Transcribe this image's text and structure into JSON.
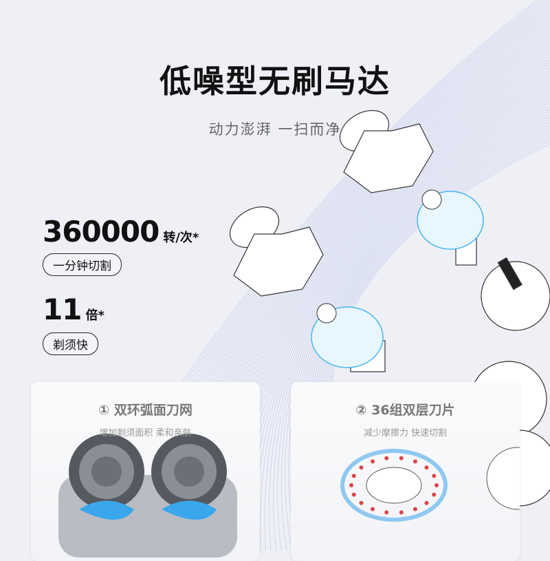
{
  "header": {
    "title": "低噪型无刷马达",
    "subtitle": "动力澎湃 一扫而净"
  },
  "stats": [
    {
      "value": "360000",
      "unit": "转/次*",
      "label": "一分钟切割"
    },
    {
      "value": "11",
      "unit": "倍*",
      "label": "剃须快"
    }
  ],
  "cards": [
    {
      "title": "① 双环弧面刀网",
      "desc": "增加剃须面积 柔和亲肤"
    },
    {
      "title": "② 36组双层刀片",
      "desc": "减少摩擦力 快速切割"
    }
  ],
  "colors": {
    "background": "#eef0f6",
    "lines": "#9aa6e0",
    "accent_blue": "#49b6ec",
    "blade_red": "#d9464a"
  }
}
